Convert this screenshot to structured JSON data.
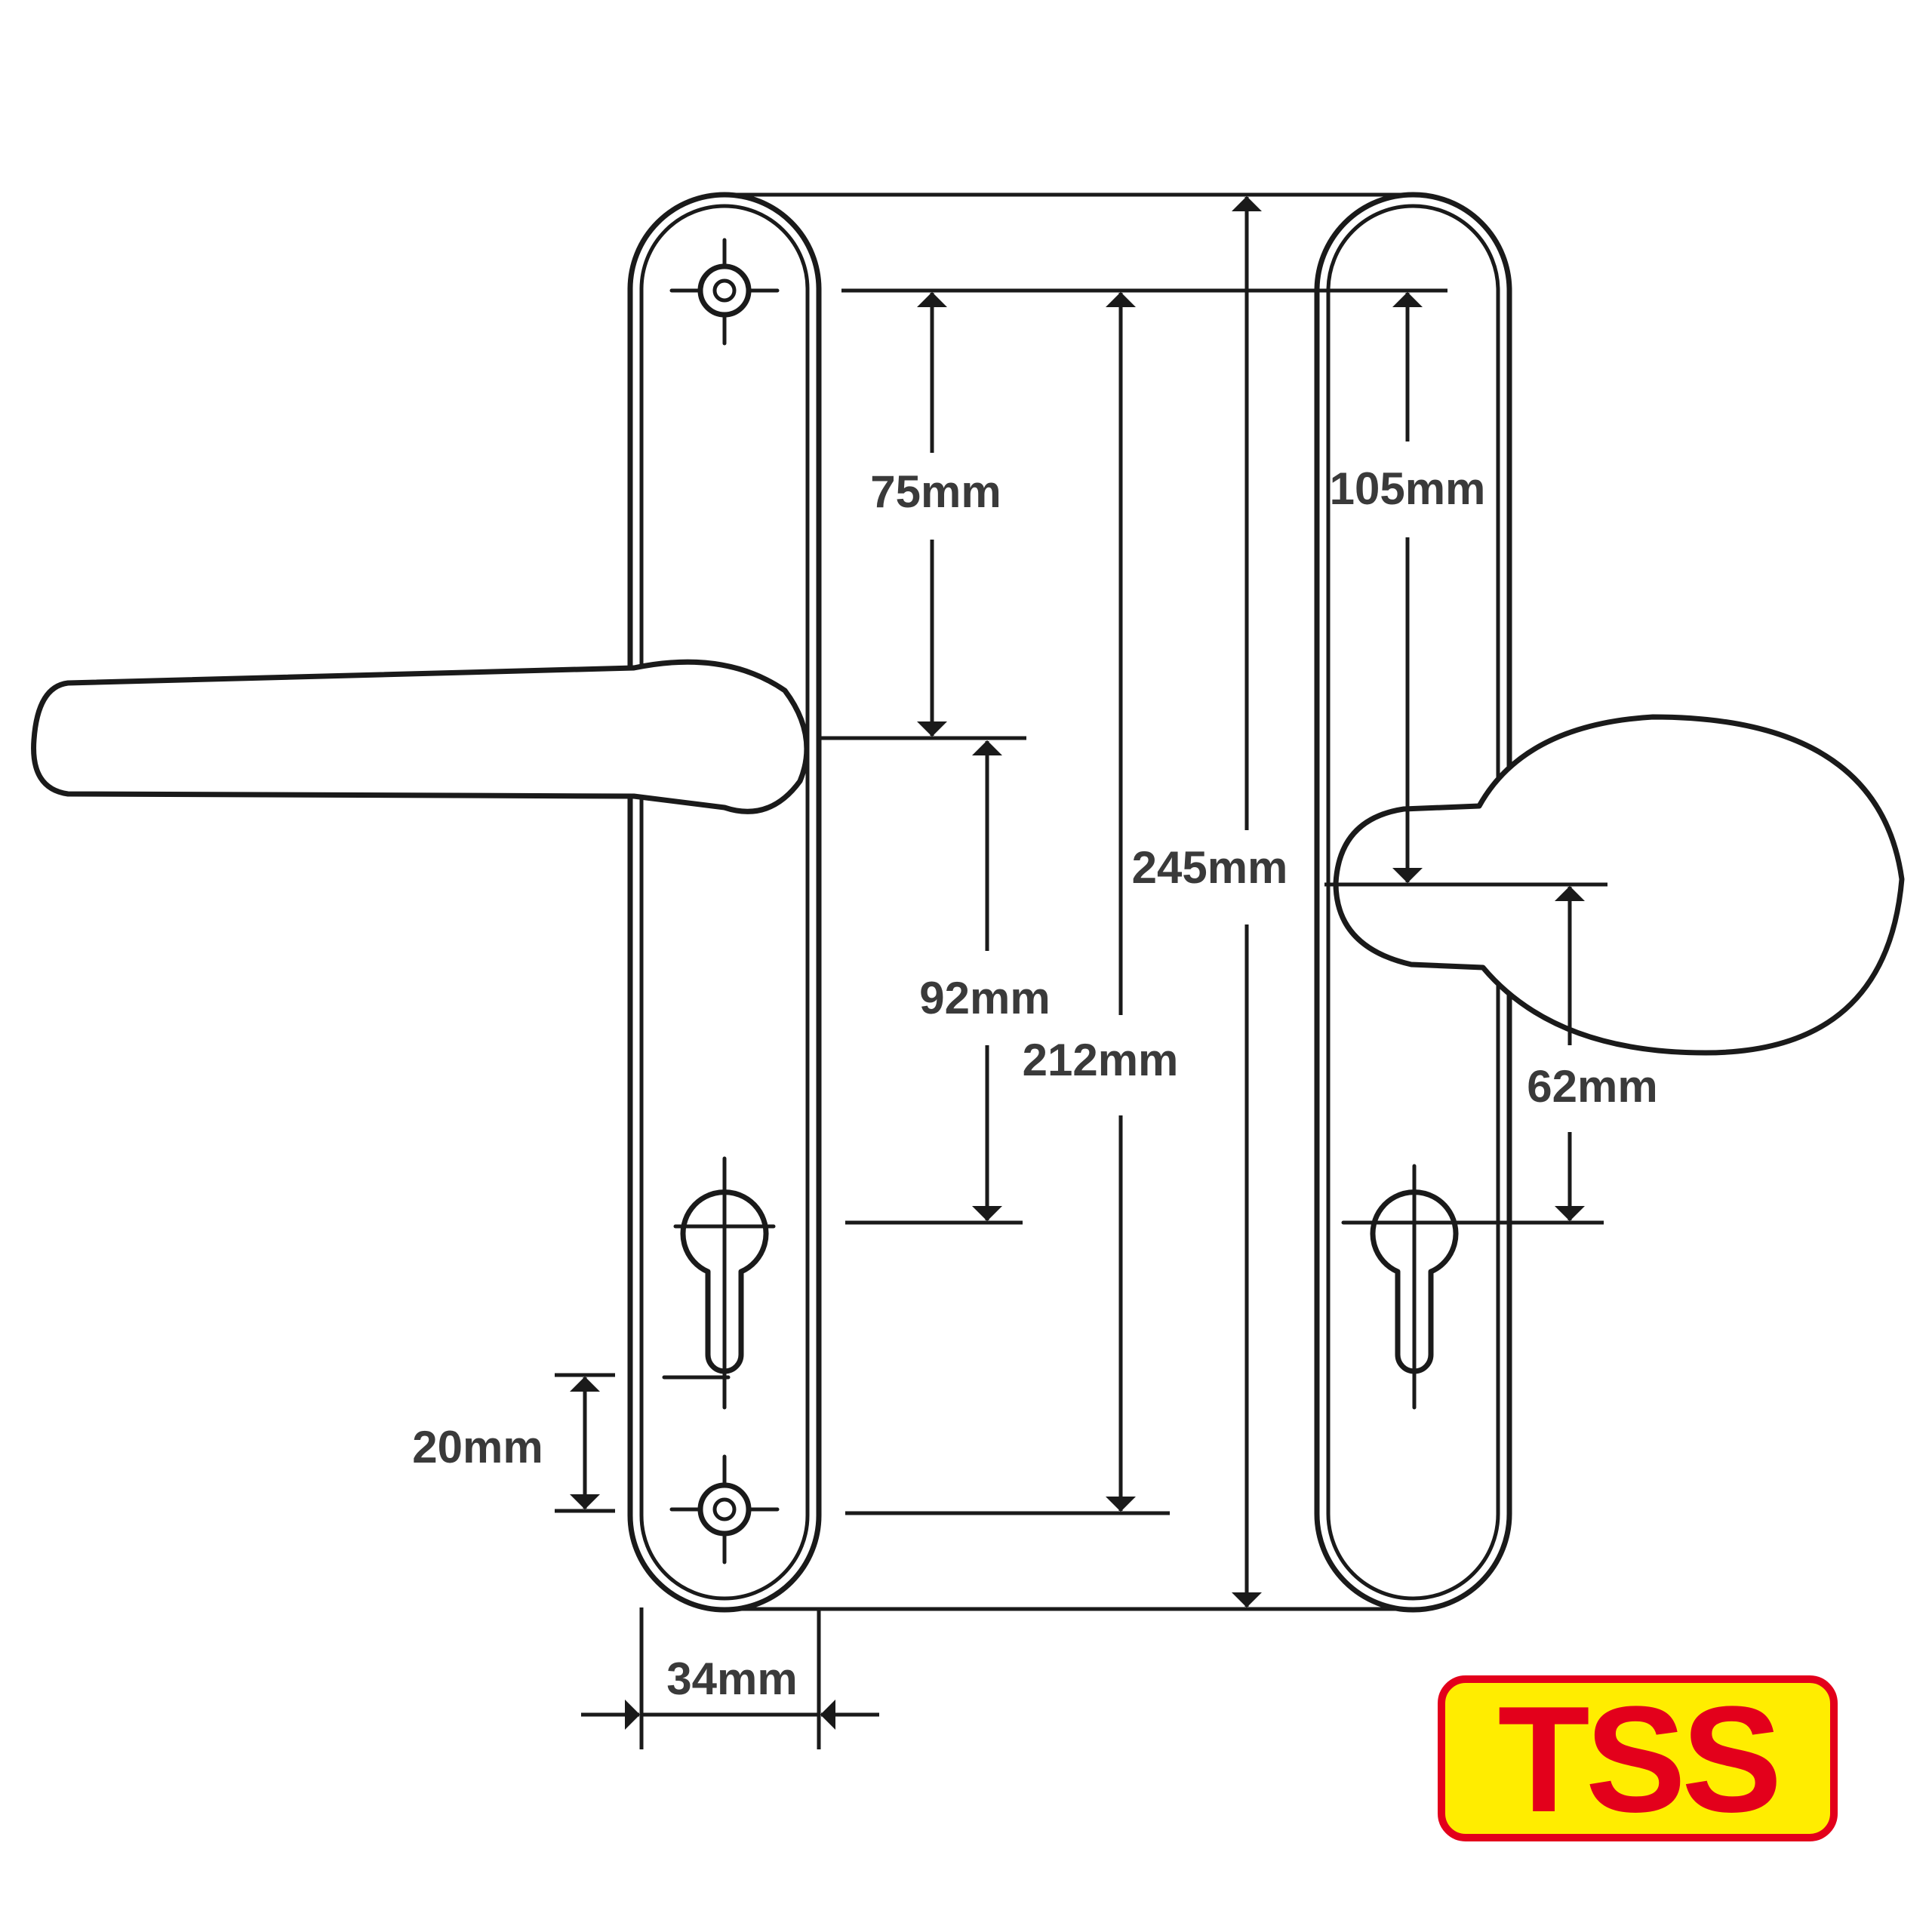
{
  "dimensions": {
    "d75": "75mm",
    "d105": "105mm",
    "d92": "92mm",
    "d245": "245mm",
    "d212": "212mm",
    "d62": "62mm",
    "d20": "20mm",
    "d34": "34mm"
  },
  "logo": {
    "text": "TSS",
    "fill_color": "#ffed00",
    "text_color": "#e3001b",
    "border_color": "#e3001b"
  }
}
